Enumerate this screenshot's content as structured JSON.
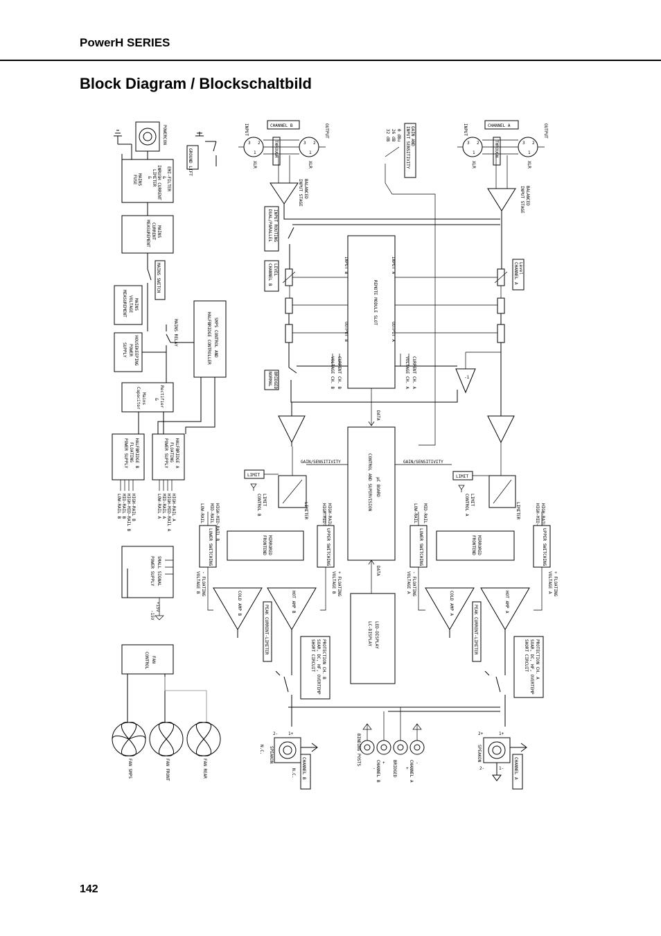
{
  "header": {
    "series": "PowerH SERIES"
  },
  "page": {
    "title": "Block Diagram / Blockschaltbild",
    "number": "142"
  },
  "labels": {
    "powercon": "POWERCON",
    "ground_lift": "GROUND LIFT",
    "emi_filter": [
      "EMI-FILTER",
      "&",
      "INRUSH CURRENT",
      "LIMITER",
      "&",
      "MAINS",
      "FUSE"
    ],
    "mains_current": [
      "MAINS",
      "CURRENT",
      "MEASUREMENT"
    ],
    "mains_switch": "MAINS SWITCH",
    "mains_voltage": [
      "MAINS",
      "VOLTAGE",
      "MEASUREMENT"
    ],
    "housekeeping": [
      "HOUSEKEEPING",
      "POWER",
      "SUPPLY"
    ],
    "mains_relay": "MAINS RELAY",
    "smps_control": [
      "SMPS CONTROL AND",
      "HALFBRIDGE CONTROLLER"
    ],
    "rectifier": [
      "Rectifier",
      "&",
      "Mains",
      "Capacitor"
    ],
    "halfbridge_a": [
      "HALFBRIDGE A",
      "FLOATING",
      "POWER SUPPLY"
    ],
    "halfbridge_b": [
      "HALFBRIDGE B",
      "FLOATING",
      "POWER SUPPLY"
    ],
    "rails_a": [
      "HIGH-RAIL A",
      "HIGH-MID-RAIL A",
      "MID-RAIL A",
      "LOW-RAIL A"
    ],
    "rails_b": [
      "HIGH-RAIL B",
      "HIGH-MID-RAIL B",
      "MID-RAIL B",
      "LOW-RAIL B"
    ],
    "small_signal": [
      "SMALL SIGNAL",
      "POWER SUPPLY"
    ],
    "plus15v": "+15V",
    "minus15v": "-15V",
    "fan_control": [
      "FAN",
      "CONTROL"
    ],
    "fan_smps": "FAN SMPS",
    "fan_front": "FAN FRONT",
    "fan_rear": "FAN REAR",
    "input": "INPUT",
    "output": "OUTPUT",
    "xlr": "XLR",
    "pin1": "1",
    "pin2": "2",
    "pin3": "3",
    "channel_a": "CHANNEL A",
    "channel_b": "CHANNEL B",
    "through": "THROUGH",
    "balanced_input_stage": [
      "BALANCED",
      "INPUT STAGE"
    ],
    "gain_sensitivity": [
      "GAIN AND",
      "INPUT SENSITIVITY"
    ],
    "sens_values": [
      "0 dBu",
      "26 dB",
      "32 dB"
    ],
    "input_routing": [
      "INPUT ROUTING",
      "DUAL/PARALLEL"
    ],
    "level_b": [
      "LEVEL",
      "CHANNEL B"
    ],
    "level_a": [
      "Level",
      "CHANNEL A"
    ],
    "remote_module": "REMOTE MODULE SLOT",
    "input_a": "INPUT A",
    "input_b": "INPUT B",
    "output_a": "OUTPUT A",
    "output_b": "OUTPUT B",
    "current_a": "CURRENT CH. A",
    "current_b": "CURRENT CH. B",
    "voltage_a": "VOLTAGE CH. A",
    "voltage_b": "VOLTAGE CH. B",
    "inverter": "-1",
    "bridged_normal": [
      "BRIDGED",
      "NORMAL"
    ],
    "data": "DATA",
    "uc_board": [
      "µC BOARD",
      "CONTROL AND SUPERVISION"
    ],
    "led_display": [
      "LED-DISPLAY",
      "LC-DISPLAY"
    ],
    "gain_sens_short": "GAIN/SENSITIVITY",
    "limit": "LIMIT",
    "limiter": "LIMITER",
    "limit_control_a": [
      "LIMIT",
      "CONTROL A"
    ],
    "limit_control_b": [
      "LIMIT",
      "CONTROL B"
    ],
    "high_rail_a": "HIGH-RAIL A",
    "high_mid_rail_a": "HIGH-MID-RAIL A",
    "mid_rail_a": "MID-RAIL A",
    "low_rail_a": "LOW-RAIL A",
    "high_rail_b": "HIGH-RAIL B",
    "high_mid_rail_b": "HIGH-MID-RAIL B",
    "mid_rail_b": "MID-RAIL B",
    "low_rail_b": "LOW-RAIL B",
    "upper_switching": "UPPER SWITCHING",
    "lower_switching": "LOWER SWITCHING",
    "mirrored_frontend": [
      "MIRRORED",
      "FRONTEND"
    ],
    "plus_floating_a": [
      "+ FLOATING",
      "VOLTAGE A"
    ],
    "minus_floating_a": [
      "- FLOATING",
      "VOLTAGE A"
    ],
    "plus_floating_b": [
      "+ FLOATING",
      "VOLTAGE B"
    ],
    "minus_floating_b": [
      "- FLOATING",
      "VOLTAGE B"
    ],
    "hot_amp_a": "HOT AMP A",
    "cold_amp_a": "COLD AMP A",
    "hot_amp_b": "HOT AMP B",
    "cold_amp_b": "COLD AMP B",
    "peak_current_limiter": "PEAK CURRENT-LIMITER",
    "protection_a": [
      "PROTECTION CH. A",
      "SOAR, DC, HF, OVERTEMP",
      "SHORT CIRCUIT"
    ],
    "protection_b": [
      "PROTECTION CH. B",
      "SOAR, DC, HF, OVERTEMP",
      "SHORT CIRCUIT"
    ],
    "speakon": "SPEAKON",
    "nc": "N.C.",
    "binding_posts": "BINDING POSTS",
    "bridged": "BRIDGED",
    "minus": "-",
    "plus": "+",
    "pin_2minus": "2-",
    "pin_1plus": "1+",
    "pin_2plus": "2+",
    "pin_1minus": "1-"
  }
}
